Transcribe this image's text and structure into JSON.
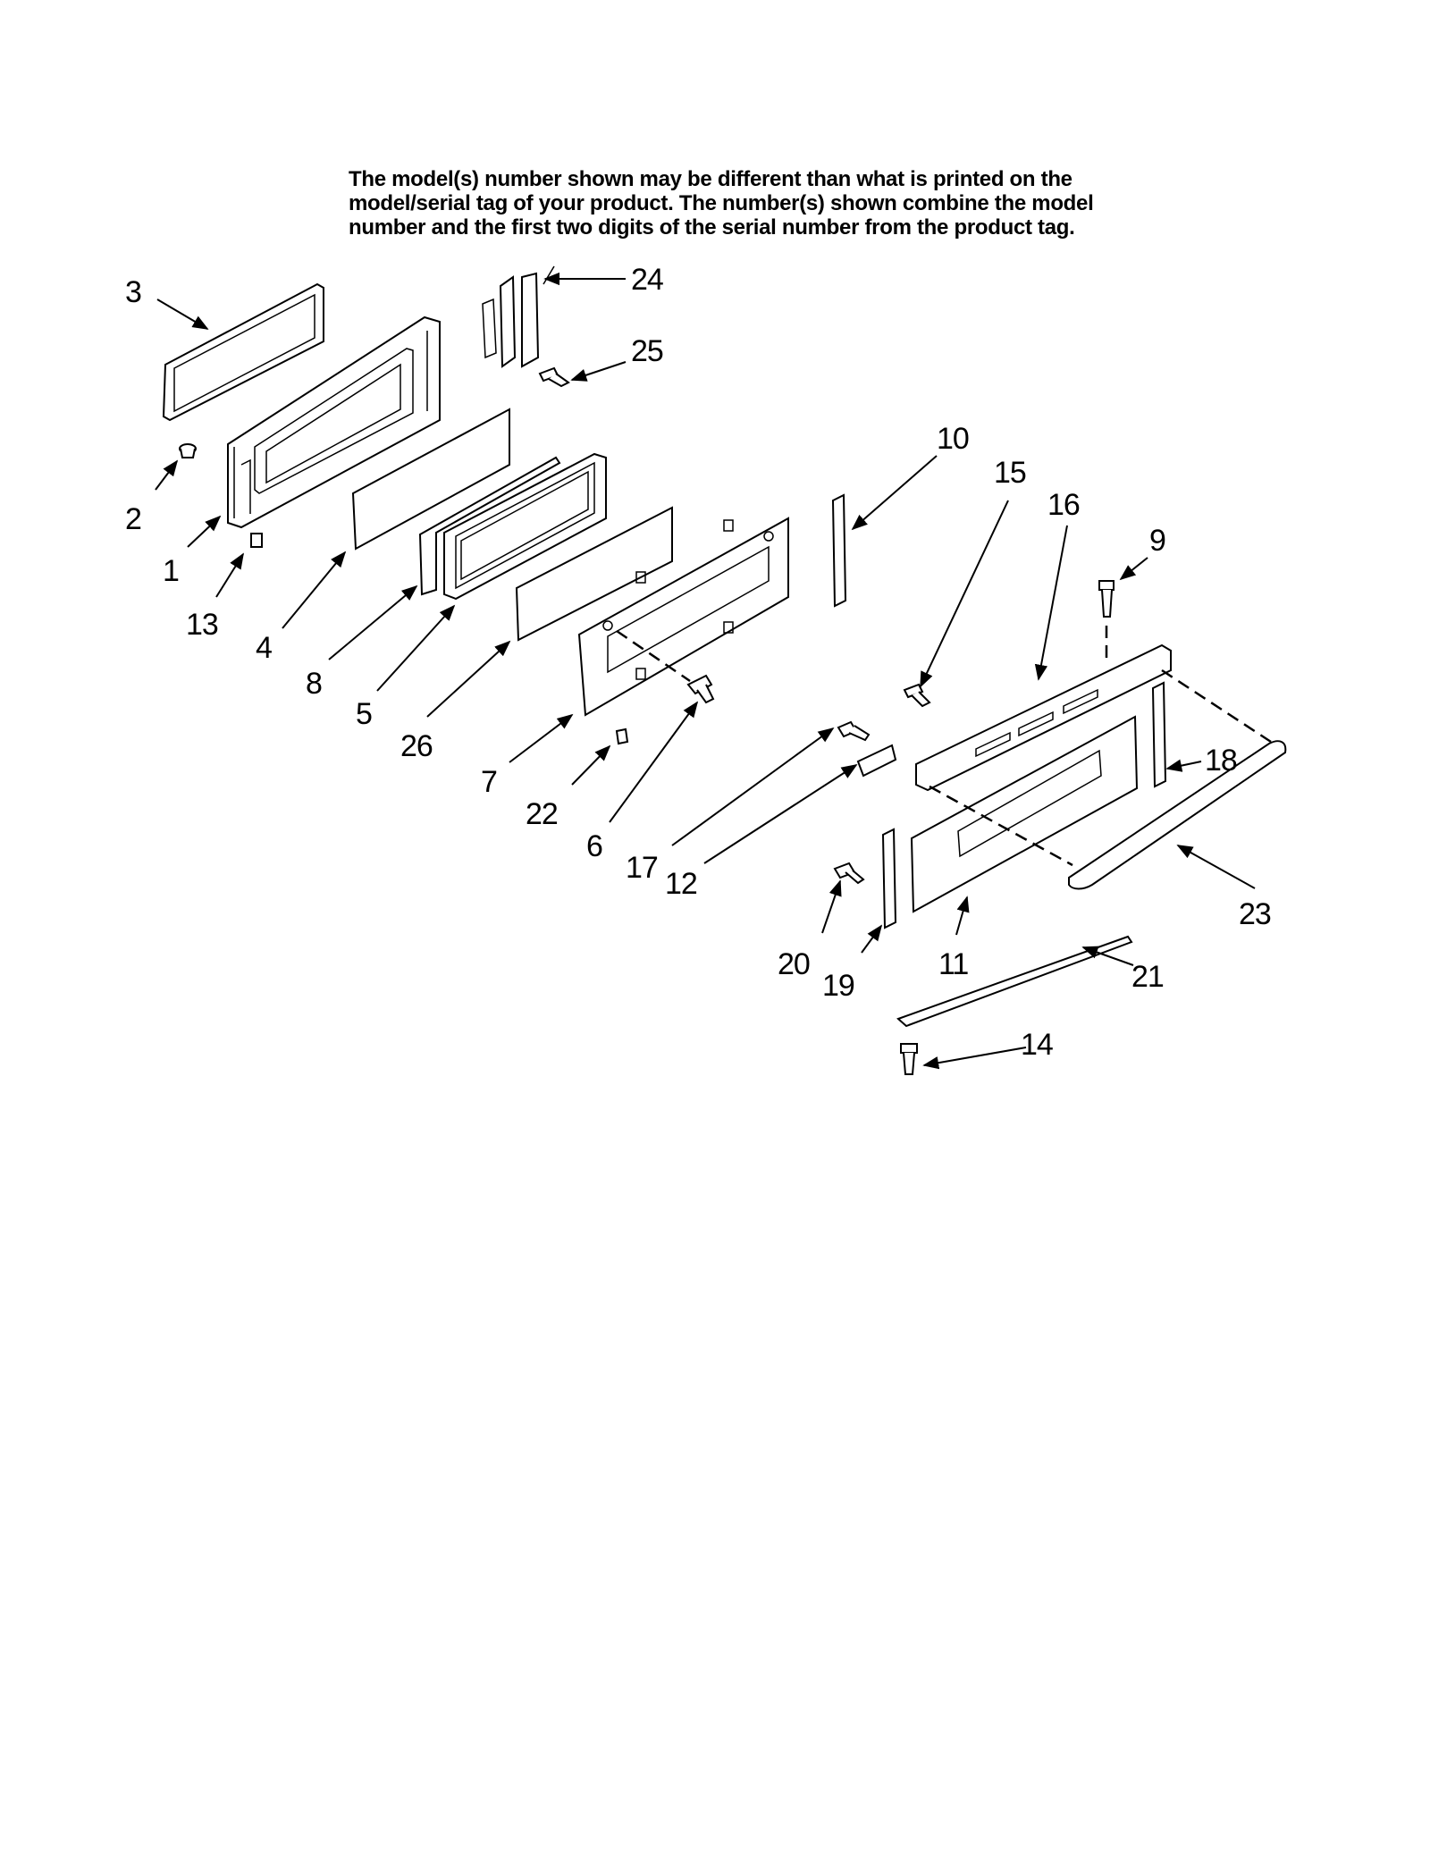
{
  "note": {
    "lines": [
      "The model(s) number shown may be different than what is printed on the",
      "model/serial tag of your product. The number(s) shown combine the model",
      "number and the first two digits of the serial number from the product tag."
    ]
  },
  "callouts": {
    "c1": "1",
    "c2": "2",
    "c3": "3",
    "c4": "4",
    "c5": "5",
    "c6": "6",
    "c7": "7",
    "c8": "8",
    "c9": "9",
    "c10": "10",
    "c11": "11",
    "c12": "12",
    "c13": "13",
    "c14": "14",
    "c15": "15",
    "c16": "16",
    "c17": "17",
    "c18": "18",
    "c19": "19",
    "c20": "20",
    "c21": "21",
    "c22": "22",
    "c23": "23",
    "c24": "24",
    "c25": "25",
    "c26": "26"
  }
}
